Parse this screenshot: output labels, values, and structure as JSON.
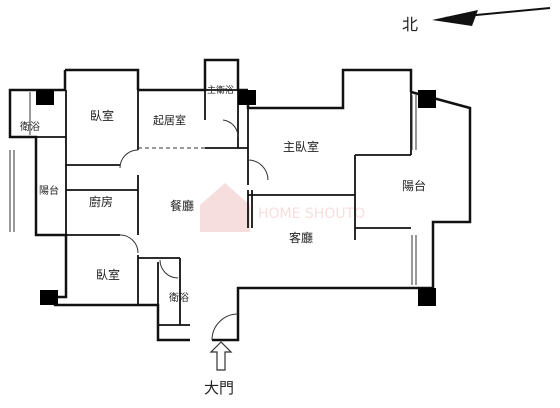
{
  "compass": {
    "label": "北"
  },
  "entrance": {
    "label": "大門"
  },
  "rooms": {
    "bedroom_top": "臥室",
    "bath_left": "衛浴",
    "living_room_small": "起居室",
    "master_bath": "主衛浴",
    "master_bedroom": "主臥室",
    "balcony_left": "陽台",
    "kitchen": "廚房",
    "dining_room": "餐廳",
    "balcony_right": "陽台",
    "living_room": "客廳",
    "bedroom_bottom": "臥室",
    "bath_bottom": "衛浴"
  },
  "watermark": {
    "text": "HOME SHOUTO"
  },
  "colors": {
    "wall": "#111111",
    "pillar": "#000000",
    "watermark": "#e8a0a0",
    "line": "#333333"
  }
}
